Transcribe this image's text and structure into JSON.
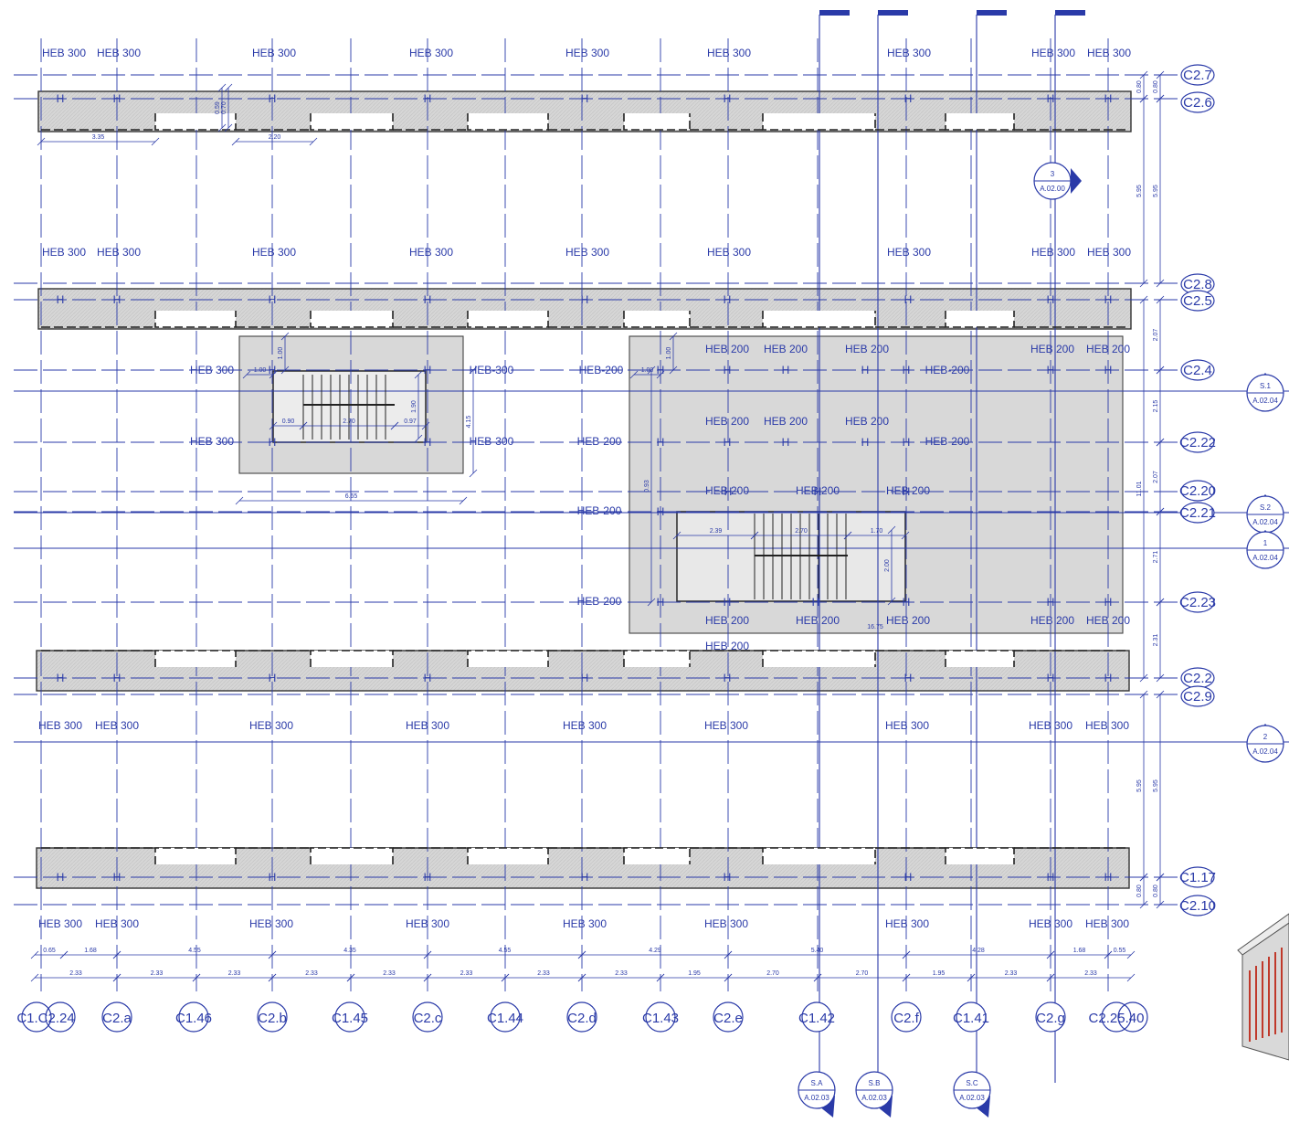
{
  "axes_bottom": [
    "C1.C2.24",
    "C2.a",
    "C1.46",
    "C2.b",
    "C1.45",
    "C2.c",
    "C1.44",
    "C2.d",
    "C1.43",
    "C2.e",
    "C1.42",
    "C2.f",
    "C1.41",
    "C2.g",
    "C2.25.40"
  ],
  "axes_right": [
    "C2.7",
    "C2.6",
    "C2.8",
    "C2.5",
    "C2.4",
    "C2.22",
    "C2.20",
    "C2.21",
    "C2.23",
    "C2.2",
    "C2.9",
    "C1.17",
    "C2.10"
  ],
  "beam_profiles": {
    "heavy": "HEB 300",
    "light": "HEB 200",
    "light_alt": "HEB-200",
    "heavy_alt": "HEB-300"
  },
  "section_markers": [
    {
      "id": "S.1",
      "sheet": "A.02.04"
    },
    {
      "id": "S.2",
      "sheet": "A.02.04"
    },
    {
      "id": "1",
      "sheet": "A.02.04"
    },
    {
      "id": "2",
      "sheet": "A.02.04"
    },
    {
      "id": "3",
      "sheet": "A.02.00"
    },
    {
      "id": "S.A",
      "sheet": "A.02.03"
    },
    {
      "id": "S.B",
      "sheet": "A.02.03"
    },
    {
      "id": "S.C",
      "sheet": "A.02.03"
    }
  ],
  "dims_bottom_row1": [
    "0.65",
    "1.68",
    "4.55",
    "4.35",
    "4.55",
    "4.29",
    "5.40",
    "4.28",
    "1.68",
    "0.55"
  ],
  "dims_bottom_row2": [
    "2.33",
    "2.33",
    "2.33",
    "2.33",
    "2.33",
    "2.33",
    "2.33",
    "2.33",
    "1.95",
    "2.70",
    "2.70",
    "1.95",
    "2.33",
    "2.33"
  ],
  "dims_right": [
    "0.80",
    "0.80",
    "5.95",
    "5.95",
    "2.07",
    "2.15",
    "2.07",
    "11.01",
    "2.71",
    "2.31",
    "5.95",
    "5.95",
    "0.80",
    "0.80"
  ],
  "dims_misc": [
    "3.35",
    "2.20",
    "0.59",
    "0.70",
    "1.00",
    "1.00",
    "4.15",
    "1.90",
    "0.90",
    "2.70",
    "0.97",
    "6.65",
    "1.00",
    "1.00",
    "0.93",
    "2.39",
    "2.70",
    "1.70",
    "2.00",
    "16.75"
  ]
}
